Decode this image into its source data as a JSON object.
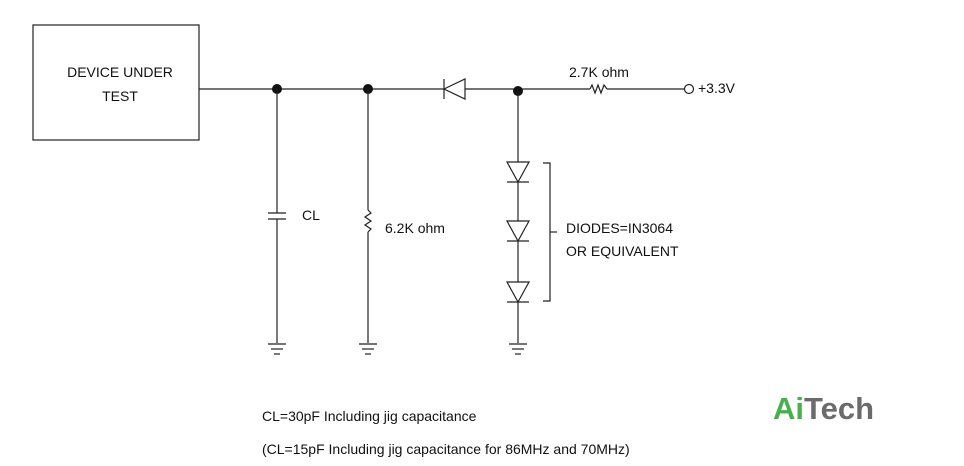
{
  "device": {
    "line1": "DEVICE UNDER",
    "line2": "TEST"
  },
  "resistor_top": {
    "label": "2.7K ohm"
  },
  "supply": {
    "label": "+3.3V"
  },
  "capacitor": {
    "label": "CL"
  },
  "resistor_shunt": {
    "label": "6.2K ohm"
  },
  "diodes_note": {
    "line1": "DIODES=IN3064",
    "line2": "OR EQUIVALENT"
  },
  "notes": {
    "line1": "CL=30pF Including jig capacitance",
    "line2": "(CL=15pF Including jig capacitance for 86MHz and 70MHz)"
  },
  "logo": {
    "part1": "Ai",
    "part2": "Tech"
  },
  "colors": {
    "logo_green": "#47b04b",
    "logo_gray": "#6b6b6b",
    "ink": "#222222"
  }
}
